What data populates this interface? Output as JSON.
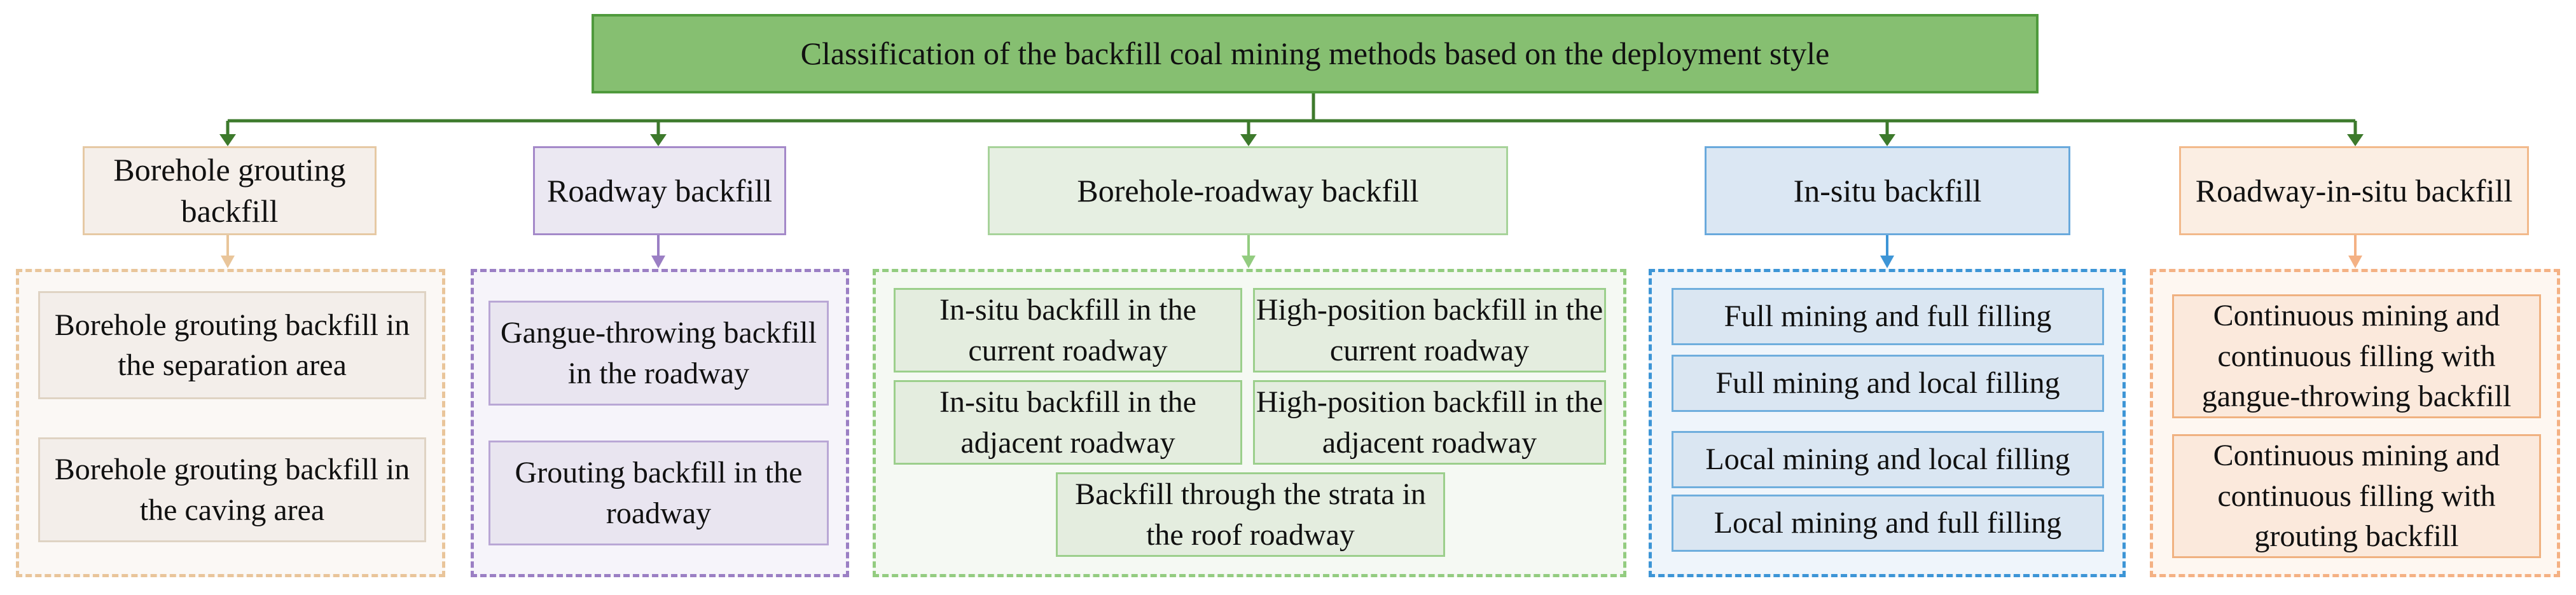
{
  "root": {
    "label": "Classification of the backfill coal mining methods based on the deployment style"
  },
  "colors": {
    "root_fill": "#86bf71",
    "connector": "#3d7a2c",
    "orange": "#e9c59a",
    "purple": "#9b7fc4",
    "green": "#93cc80",
    "blue": "#3d95d6",
    "peach": "#f4b184"
  },
  "categories": [
    {
      "label": "Borehole grouting backfill",
      "items": [
        "Borehole grouting backfill in the separation area",
        "Borehole grouting backfill in the caving area"
      ]
    },
    {
      "label": "Roadway backfill",
      "items": [
        "Gangue-throwing backfill in the roadway",
        "Grouting backfill in the roadway"
      ]
    },
    {
      "label": "Borehole-roadway backfill",
      "items": [
        "In-situ backfill in the current roadway",
        "High-position backfill in the current roadway",
        "In-situ backfill in the adjacent roadway",
        "High-position backfill in the adjacent roadway",
        "Backfill through the strata in the roof roadway"
      ]
    },
    {
      "label": "In-situ backfill",
      "items": [
        "Full mining and full filling",
        "Full mining and local filling",
        "Local mining and local filling",
        "Local mining and full filling"
      ]
    },
    {
      "label": "Roadway-in-situ backfill",
      "items": [
        "Continuous mining and continuous filling with gangue-throwing backfill",
        "Continuous mining and continuous filling with grouting backfill"
      ]
    }
  ]
}
